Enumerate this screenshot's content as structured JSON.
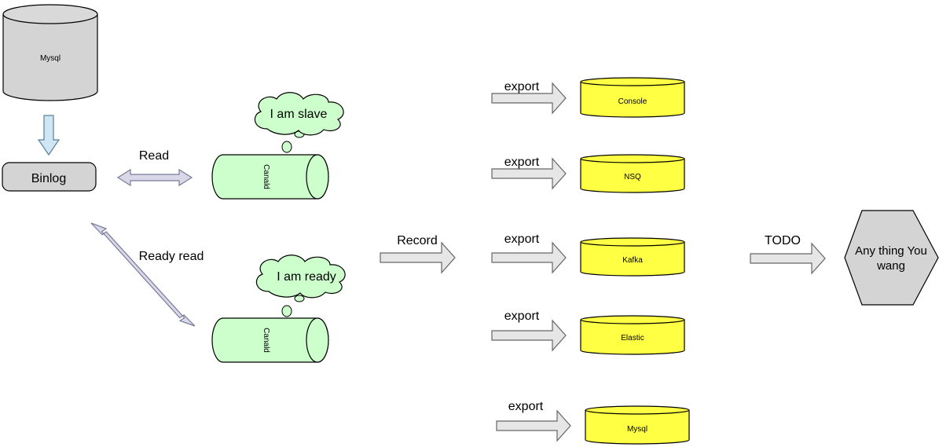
{
  "source": {
    "mysql_label": "Mysql",
    "binlog_label": "Binlog"
  },
  "edges": {
    "read_label": "Read",
    "ready_read_label": "Ready read",
    "record_label": "Record",
    "todo_label": "TODO"
  },
  "nodes": {
    "slave_canal_label": "Canald",
    "slave_thought": "I am slave",
    "ready_canal_label": "Canald",
    "ready_thought": "I am ready",
    "target": [
      "Any thing You",
      "wang"
    ]
  },
  "exports": [
    {
      "arrow_label": "export",
      "target": "Console"
    },
    {
      "arrow_label": "export",
      "target": "NSQ"
    },
    {
      "arrow_label": "export",
      "target": "Kafka"
    },
    {
      "arrow_label": "export",
      "target": "Elastic"
    },
    {
      "arrow_label": "export",
      "target": "Mysql"
    }
  ],
  "colors": {
    "db_gray": "#d4d4d4",
    "canal_green": "#ccffcc",
    "export_yellow": "#ffff44",
    "arrow_gray": "#e6e6e6",
    "arrow_blue": "#cfe7f5",
    "arrow_lavender": "#d8d8e8"
  }
}
